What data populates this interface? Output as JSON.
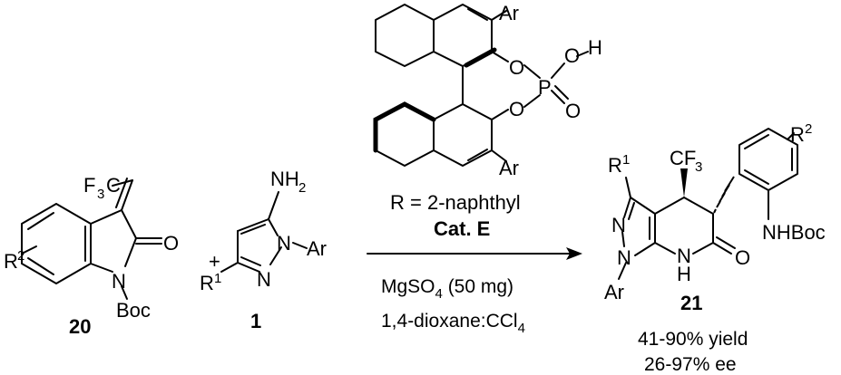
{
  "catalyst": {
    "ar_top": "Ar",
    "ar_bottom": "Ar",
    "o1": "O",
    "o2": "O",
    "o3": "O",
    "p": "P",
    "oh_o": "O",
    "oh_h": "H",
    "r_def": "R = 2-naphthyl",
    "label": "Cat. E"
  },
  "compound20": {
    "f3c_f": "F",
    "f3c_3": "3",
    "f3c_c": "C",
    "carbonyl_o": "O",
    "n": "N",
    "boc": "Boc",
    "r": "R",
    "r_sup": "2",
    "label": "20"
  },
  "plus": "+",
  "compound1": {
    "nh_a": "NH",
    "nh_2": "2",
    "n1": "N",
    "n2": "N",
    "ar": "Ar",
    "r": "R",
    "r_sup": "1",
    "label": "1"
  },
  "conditions": {
    "line1_a": "MgSO",
    "line1_sub": "4",
    "line1_b": " (50 mg)",
    "line2_a": "1,4-dioxane:CCl",
    "line2_sub": "4"
  },
  "product21": {
    "r1": "R",
    "r1_sup": "1",
    "cf3_a": "CF",
    "cf3_sub": "3",
    "r2": "R",
    "r2_sup": "2",
    "n_a": "N",
    "n_b": "N",
    "ar": "Ar",
    "nh": "N",
    "h": "H",
    "o": "O",
    "nhboc": "NHBoc",
    "label": "21",
    "yield": "41-90% yield",
    "ee": "26-97% ee"
  }
}
